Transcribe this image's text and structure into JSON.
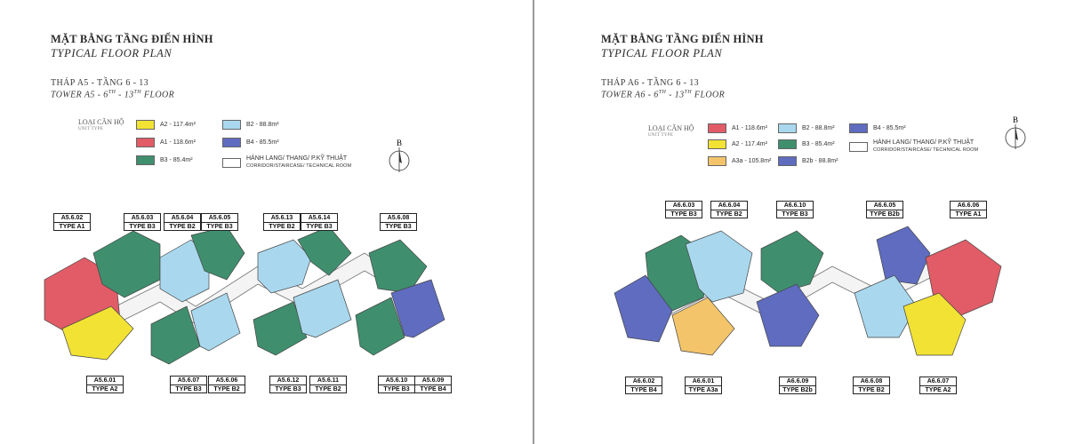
{
  "colors": {
    "A1": "#e15c66",
    "A2": "#f2e233",
    "A3a": "#f3c46a",
    "B2": "#a9d8ee",
    "B2b": "#5f6cc0",
    "B3": "#3f8f6e",
    "B4": "#5f6cc0",
    "corridor": "#ffffff"
  },
  "left": {
    "title_vn": "MẶT BẰNG TẦNG ĐIỂN HÌNH",
    "title_en": "TYPICAL FLOOR PLAN",
    "sub_vn": "THÁP A5 - TẦNG 6 - 13",
    "sub_en_a": "TOWER A5 - 6",
    "sub_en_sup1": "TH",
    "sub_en_b": " - 13",
    "sub_en_sup2": "TH",
    "sub_en_c": " FLOOR",
    "unit_vn": "LOẠI CĂN HỘ",
    "unit_en": "UNIT TYPE",
    "compass": "B",
    "legend": [
      {
        "key": "A2",
        "text": "A2 - 117.4m²",
        "text2": ""
      },
      {
        "key": "B2",
        "text": "B2 - 88.8m²",
        "text2": ""
      },
      {
        "key": "A1",
        "text": "A1 - 118.6m²",
        "text2": ""
      },
      {
        "key": "B4",
        "text": "B4 - 85.5m²",
        "text2": ""
      },
      {
        "key": "B3",
        "text": "B3 - 85.4m²",
        "text2": ""
      },
      {
        "key": "corridor",
        "text": "HÀNH LANG/ THANG/ P.KỸ THUẬT",
        "text2": "CORRIDOR/STAIRCASE/ TECHNICAL ROOM"
      }
    ],
    "units": [
      {
        "code": "A5.6.02",
        "type": "TYPE A1"
      },
      {
        "code": "A5.6.03",
        "type": "TYPE B3"
      },
      {
        "code": "A5.6.04",
        "type": "TYPE B2"
      },
      {
        "code": "A5.6.05",
        "type": "TYPE B3"
      },
      {
        "code": "A5.6.13",
        "type": "TYPE B2"
      },
      {
        "code": "A5.6.14",
        "type": "TYPE B3"
      },
      {
        "code": "A5.6.08",
        "type": "TYPE B3"
      },
      {
        "code": "A5.6.01",
        "type": "TYPE A2"
      },
      {
        "code": "A5.6.07",
        "type": "TYPE B3"
      },
      {
        "code": "A5.6.06",
        "type": "TYPE B2"
      },
      {
        "code": "A5.6.12",
        "type": "TYPE B3"
      },
      {
        "code": "A5.6.11",
        "type": "TYPE B2"
      },
      {
        "code": "A5.6.10",
        "type": "TYPE B3"
      },
      {
        "code": "A5.6.09",
        "type": "TYPE B4"
      }
    ]
  },
  "right": {
    "title_vn": "MẶT BẰNG TẦNG ĐIỂN HÌNH",
    "title_en": "TYPICAL FLOOR PLAN",
    "sub_vn": "THÁP A6 - TẦNG 6 - 13",
    "sub_en_a": "TOWER A6 - 6",
    "sub_en_sup1": "TH",
    "sub_en_b": " - 13",
    "sub_en_sup2": "TH",
    "sub_en_c": " FLOOR",
    "unit_vn": "LOẠI CĂN HỘ",
    "unit_en": "UNIT TYPE",
    "compass": "B",
    "legend": [
      {
        "key": "A1",
        "text": "A1 - 118.6m²",
        "text2": ""
      },
      {
        "key": "B2",
        "text": "B2 - 88.8m²",
        "text2": ""
      },
      {
        "key": "B4",
        "text": "B4 - 85.5m²",
        "text2": ""
      },
      {
        "key": "A2",
        "text": "A2 - 117.4m²",
        "text2": ""
      },
      {
        "key": "B3",
        "text": "B3 - 85.4m²",
        "text2": ""
      },
      {
        "key": "corridor",
        "text": "HÀNH LANG/ THANG/ P.KỸ THUẬT",
        "text2": "CORRIDOR/STAIRCASE/ TECHNICAL ROOM"
      },
      {
        "key": "A3a",
        "text": "A3a - 105.8m²",
        "text2": ""
      },
      {
        "key": "B2b",
        "text": "B2b - 88.8m²",
        "text2": ""
      }
    ],
    "units": [
      {
        "code": "A6.6.03",
        "type": "TYPE B3"
      },
      {
        "code": "A6.6.04",
        "type": "TYPE B2"
      },
      {
        "code": "A6.6.10",
        "type": "TYPE B3"
      },
      {
        "code": "A6.6.05",
        "type": "TYPE B2b"
      },
      {
        "code": "A6.6.06",
        "type": "TYPE A1"
      },
      {
        "code": "A6.6.02",
        "type": "TYPE B4"
      },
      {
        "code": "A6.6.01",
        "type": "TYPE A3a"
      },
      {
        "code": "A6.6.09",
        "type": "TYPE B2b"
      },
      {
        "code": "A6.6.08",
        "type": "TYPE B2"
      },
      {
        "code": "A6.6.07",
        "type": "TYPE A2"
      }
    ]
  }
}
